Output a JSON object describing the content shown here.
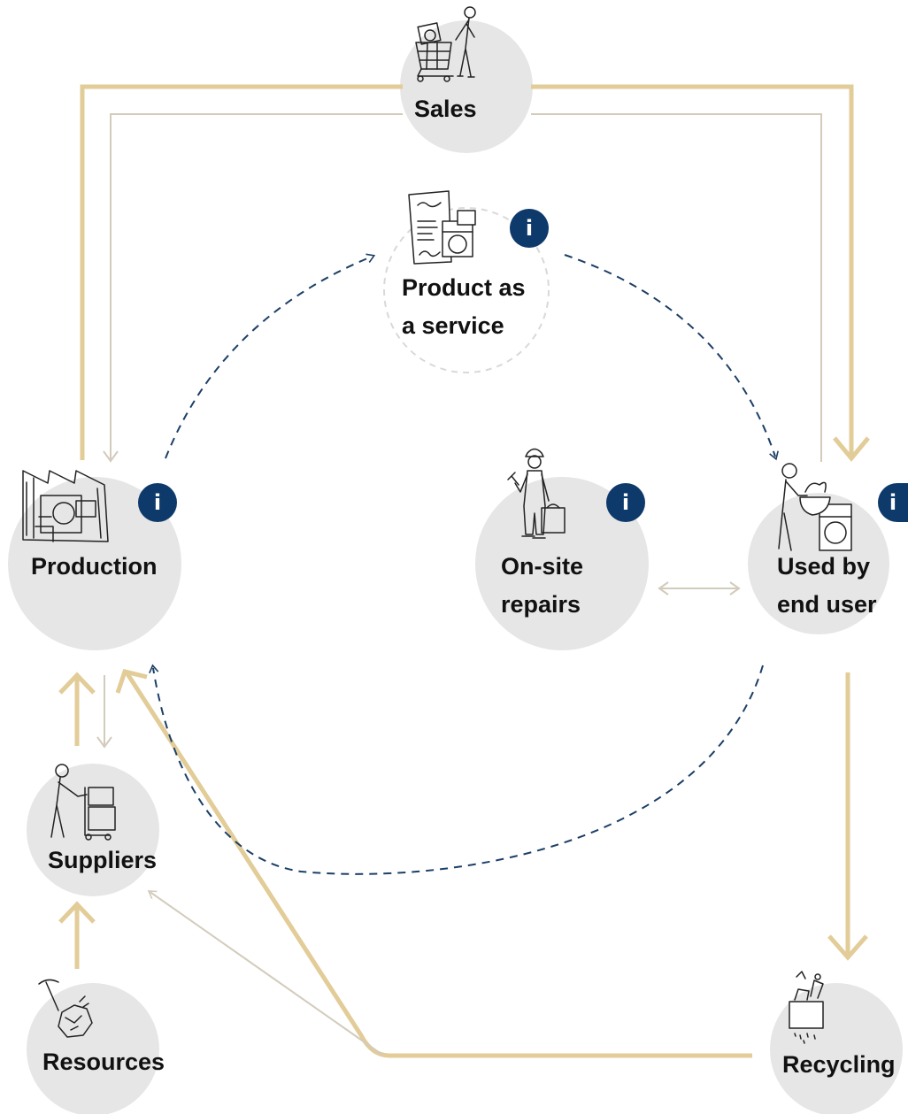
{
  "colors": {
    "node_fill": "#e6e6e6",
    "primary_flow": "#e2cc98",
    "secondary_flow": "#d3cbbb",
    "service_loop": "#1c3f66",
    "info_badge": "#0e3a6b",
    "dashed_node_outline": "#d9d9d9"
  },
  "nodes": {
    "sales": {
      "label": "Sales",
      "icon": "shopping-cart-icon"
    },
    "product_as_service": {
      "label_line1": "Product as",
      "label_line2": "a service",
      "icon": "contract-icon"
    },
    "production": {
      "label": "Production",
      "icon": "factory-icon"
    },
    "onsite_repairs": {
      "label_line1": "On-site",
      "label_line2": "repairs",
      "icon": "repair-technician-icon"
    },
    "used_by_end_user": {
      "label_line1": "Used by",
      "label_line2": "end user",
      "icon": "person-with-washing-machine-icon"
    },
    "suppliers": {
      "label": "Suppliers",
      "icon": "person-with-trolley-icon"
    },
    "resources": {
      "label": "Resources",
      "icon": "pickaxe-ore-icon"
    },
    "recycling": {
      "label": "Recycling",
      "icon": "shredder-icon"
    }
  },
  "info_badge_text": "i"
}
